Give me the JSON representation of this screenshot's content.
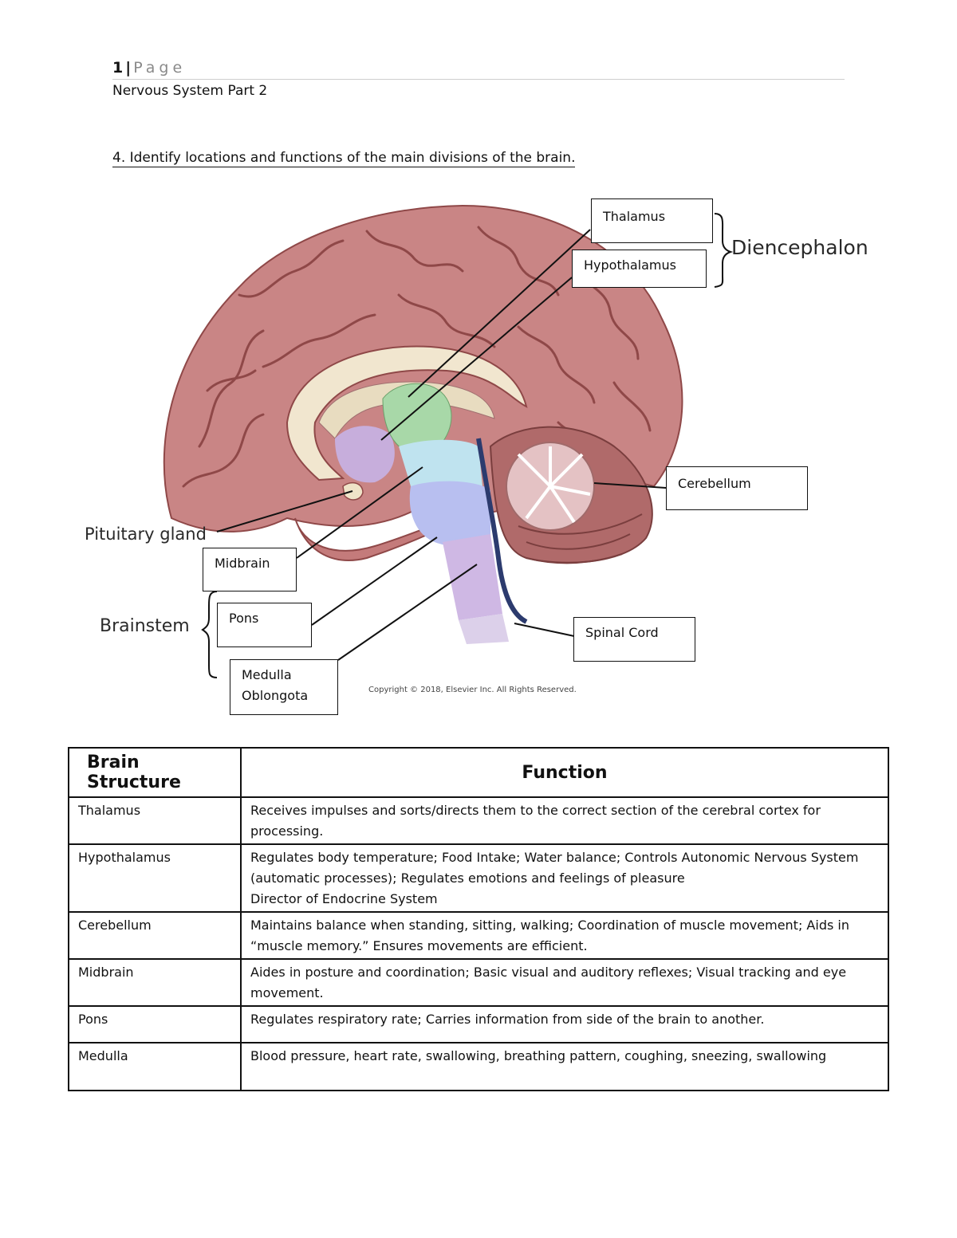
{
  "header": {
    "page_number": "1",
    "separator": "|",
    "page_word": "Page",
    "subtitle": "Nervous System Part 2"
  },
  "question": "4. Identify locations and functions of the main divisions of the brain.",
  "diagram": {
    "labels": {
      "thalamus": "Thalamus",
      "hypothalamus": "Hypothalamus",
      "diencephalon": "Diencephalon",
      "cerebellum": "Cerebellum",
      "pituitary": "Pituitary gland",
      "midbrain": "Midbrain",
      "brainstem": "Brainstem",
      "pons": "Pons",
      "medulla_line1": "Medulla",
      "medulla_line2": "Oblongota",
      "spinal_cord": "Spinal Cord"
    },
    "copyright": "Copyright © 2018, Elsevier Inc. All Rights Reserved.",
    "colors": {
      "cortex": "#c98585",
      "cortex_dark": "#8f4848",
      "thalamus": "#a8d8a8",
      "hypothalamus": "#c7aedc",
      "midbrain": "#bfe3ef",
      "pons": "#b8bff0",
      "medulla": "#cfb8e4",
      "cerebellum": "#b06a6a",
      "arbor": "#e4c2c4"
    }
  },
  "table": {
    "headers": [
      "Brain Structure",
      "Function"
    ],
    "rows": [
      {
        "structure": "Thalamus",
        "function": "Receives impulses and sorts/directs them to the correct section of the cerebral cortex for processing."
      },
      {
        "structure": "Hypothalamus",
        "function": "Regulates body temperature; Food Intake; Water balance; Controls Autonomic Nervous System (automatic processes); Regulates emotions and feelings of pleasure\nDirector of Endocrine System"
      },
      {
        "structure": "Cerebellum",
        "function": "Maintains balance when standing, sitting, walking; Coordination of muscle movement; Aids in “muscle memory.” Ensures movements are efficient."
      },
      {
        "structure": "Midbrain",
        "function": "Aides in posture and coordination; Basic visual and auditory reflexes; Visual tracking and eye movement."
      },
      {
        "structure": "Pons",
        "function": "Regulates respiratory rate; Carries information from side of the brain to another."
      },
      {
        "structure": "Medulla",
        "function": "Blood pressure, heart rate, swallowing, breathing pattern, coughing, sneezing, swallowing"
      }
    ]
  }
}
